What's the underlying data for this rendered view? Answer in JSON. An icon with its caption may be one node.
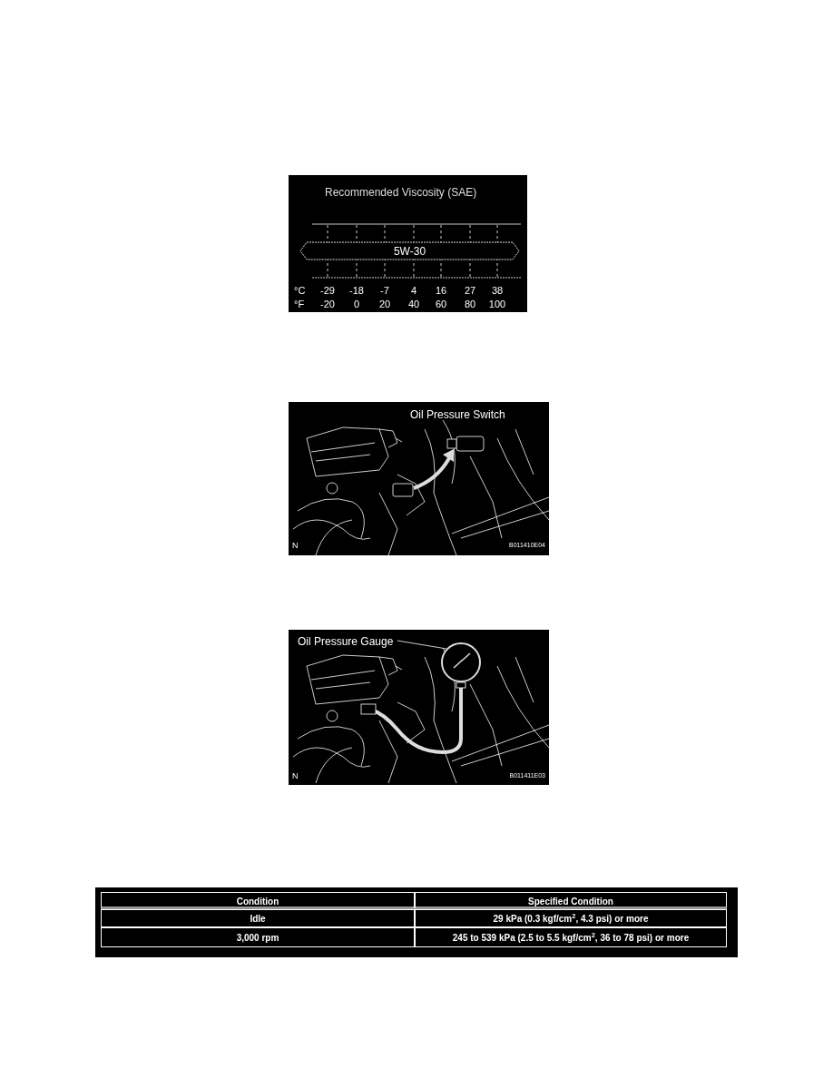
{
  "diagram": {
    "nodes": [
      {
        "text": [
          "5W-30"
        ]
      },
      {
        "text": [
          "Oil Pressure Gauge"
        ]
      },
      {
        "text": [],
        "shape": "picture"
      }
    ],
    "edges": [
      {
        "from": 1,
        "to": 2,
        "arrow": "none"
      }
    ],
    "labels": [
      "Recommended Viscosity (SAE)",
      "°C",
      "-29",
      "-18",
      "-7",
      "4",
      "16",
      "27",
      "38",
      "°F",
      "-20",
      "0",
      "20",
      "40",
      "60",
      "80",
      "100",
      "Oil Pressure Switch",
      "N",
      "B011410E04",
      "N",
      "B011411E03",
      "Condition",
      "Specified Condition",
      "Idle",
      "29 kPa (0.3 kgf/cm$^{2}$, 4.3 psi) or more",
      "3,000 rpm",
      "245 to 539 kPa (2.5 to 5.5 kgf/cm$^{2}$, 36 to 78 psi) or more"
    ]
  }
}
